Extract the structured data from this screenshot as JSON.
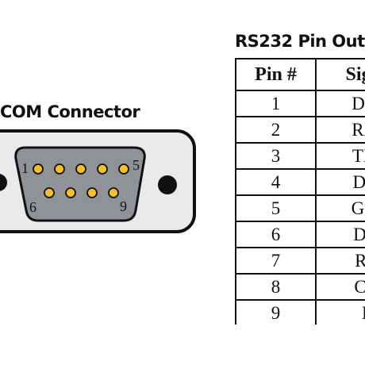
{
  "connector": {
    "title": "COM Connector",
    "pin_labels": {
      "pin1": "1",
      "pin5": "5",
      "pin6": "6",
      "pin9": "9"
    },
    "colors": {
      "shell": "#eaeaea",
      "body": "#8f9397",
      "pin": "#f5c12b",
      "outline": "#111111"
    }
  },
  "pinout": {
    "title": "RS232 Pin Out",
    "headers": [
      "Pin #",
      "Signal"
    ],
    "rows": [
      [
        "1",
        "DCD"
      ],
      [
        "2",
        "RXD"
      ],
      [
        "3",
        "TXD"
      ],
      [
        "4",
        "DTR"
      ],
      [
        "5",
        "GND"
      ],
      [
        "6",
        "DSR"
      ],
      [
        "7",
        "RTS"
      ],
      [
        "8",
        "CTS"
      ],
      [
        "9",
        "RI"
      ]
    ]
  }
}
